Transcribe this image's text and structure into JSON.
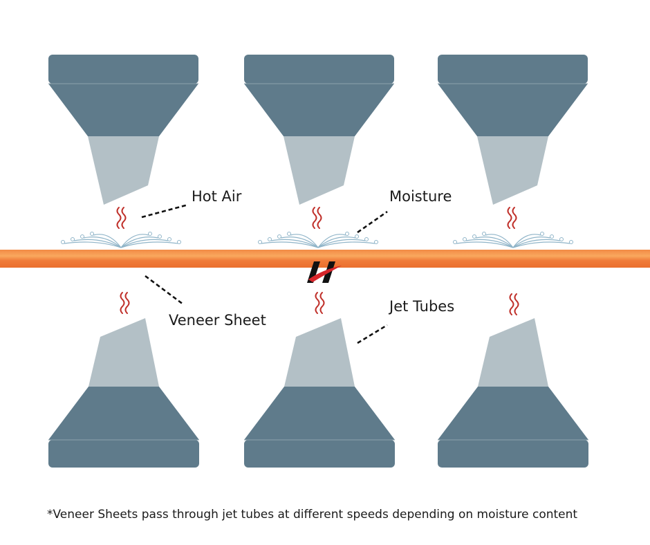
{
  "labels": {
    "hot_air": "Hot Air",
    "moisture": "Moisture",
    "veneer_sheet": "Veneer Sheet",
    "jet_tubes": "Jet Tubes"
  },
  "footnote": "*Veneer Sheets pass through jet tubes at different speeds depending on moisture content",
  "colors": {
    "nozzle_dark": "#5f7b8b",
    "nozzle_light": "#b3c0c6",
    "sheet_orange": "#f07c3a",
    "sheet_highlight": "#f8a25a",
    "heat_wave": "#c0312b",
    "moisture_swirl": "#8fb4c8",
    "logo_black": "#111111",
    "logo_red": "#d7262b"
  },
  "icons": {
    "heat": "heat-wave-icon",
    "moisture": "moisture-swirl-icon",
    "logo": "brand-logo-icon"
  }
}
